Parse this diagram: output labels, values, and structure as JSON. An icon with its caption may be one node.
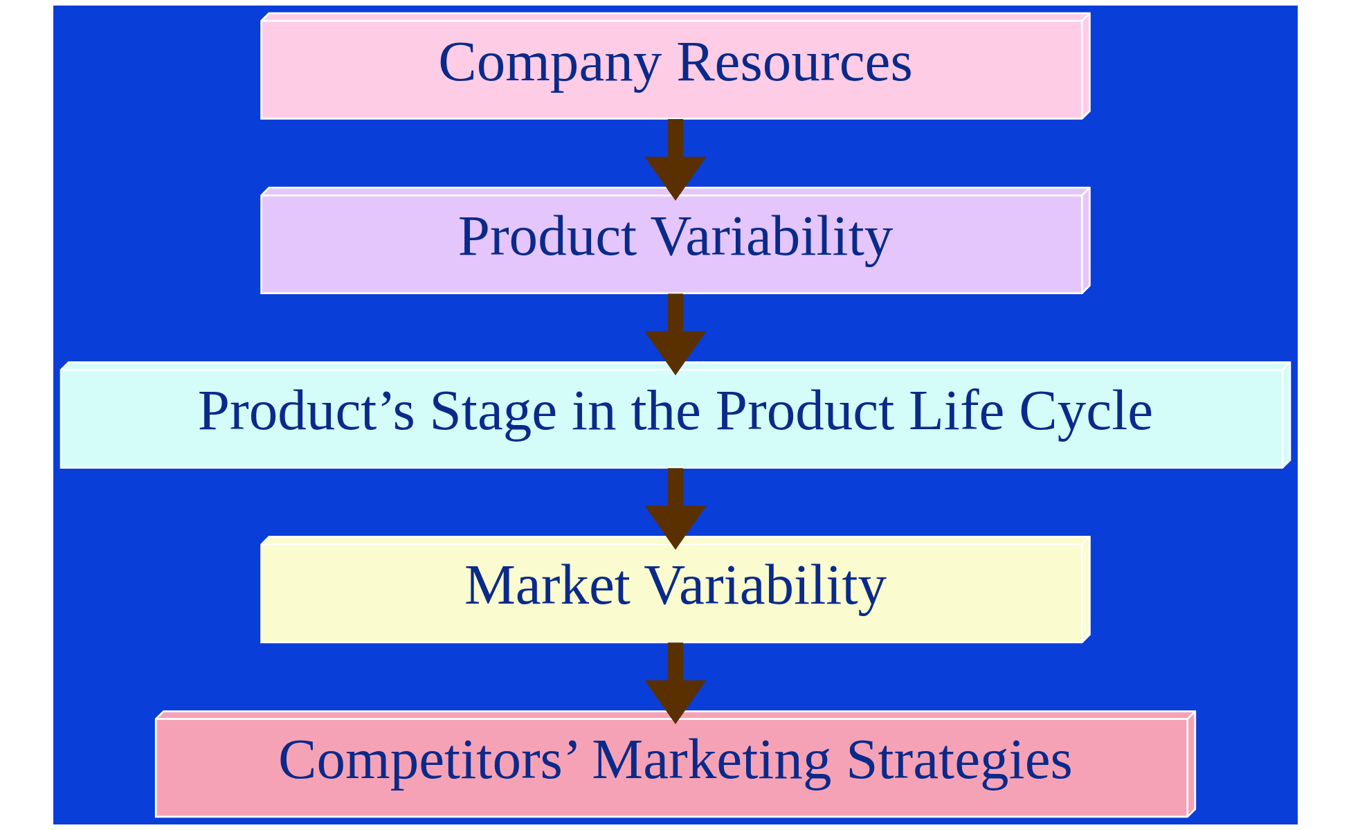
{
  "diagram": {
    "nodes": [
      {
        "text": [
          "Company Resources"
        ]
      },
      {
        "text": [
          "Product Variability"
        ]
      },
      {
        "text": [
          "Product’s Stage in the Product Life Cycle"
        ]
      },
      {
        "text": [
          "Market Variability"
        ]
      },
      {
        "text": [
          "Competitors’ Marketing Strategies"
        ]
      }
    ],
    "edges": [
      {
        "from": 0,
        "to": 1,
        "arrow": "to"
      },
      {
        "from": 1,
        "to": 2,
        "arrow": "to"
      },
      {
        "from": 2,
        "to": 3,
        "arrow": "to"
      },
      {
        "from": 3,
        "to": 4,
        "arrow": "to"
      }
    ]
  }
}
